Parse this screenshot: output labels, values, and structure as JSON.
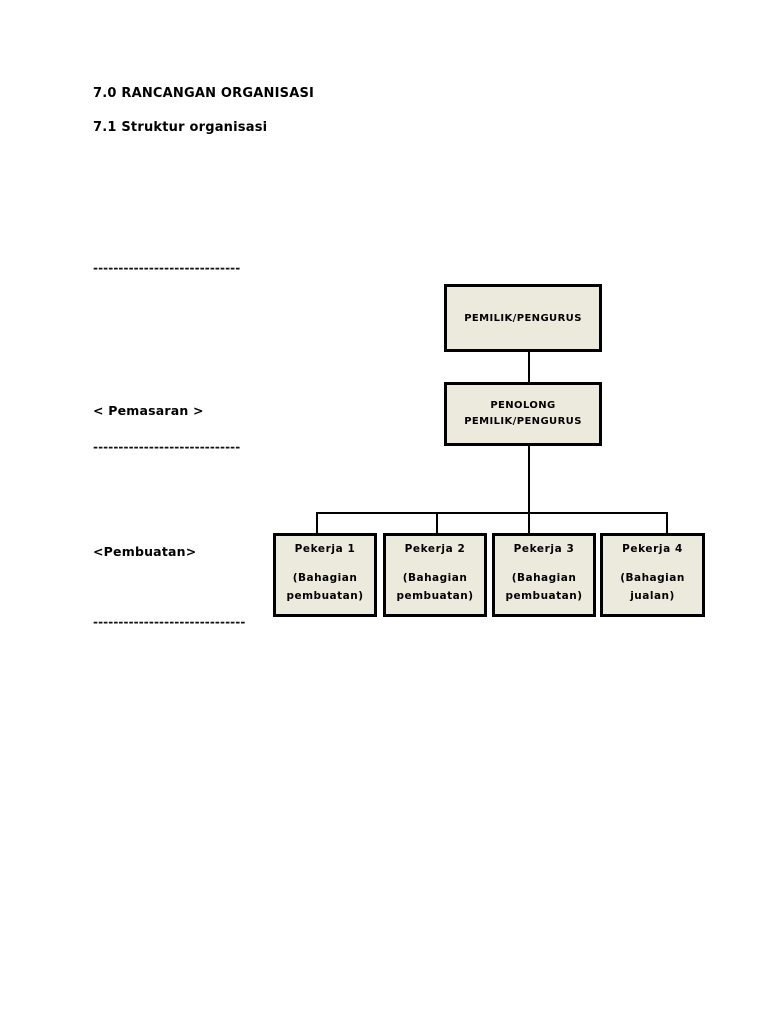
{
  "page": {
    "heading1": "7.0 RANCANGAN ORGANISASI",
    "heading2": "7.1 Struktur organisasi"
  },
  "side_labels": {
    "pemasaran": "< Pemasaran >",
    "pembuatan": "<Pembuatan>"
  },
  "dashed_lines": {
    "line1": "-----------------------------",
    "line2": "-----------------------------",
    "line3": "------------------------------"
  },
  "org_chart": {
    "root": {
      "title": "PEMILIK/PENGURUS"
    },
    "deputy": {
      "line1": "PENOLONG",
      "line2": "PEMILIK/PENGURUS"
    },
    "workers": [
      {
        "name": "Pekerja 1",
        "dept_line1": "(Bahagian",
        "dept_line2": "pembuatan)"
      },
      {
        "name": "Pekerja 2",
        "dept_line1": "(Bahagian",
        "dept_line2": "pembuatan)"
      },
      {
        "name": "Pekerja 3",
        "dept_line1": "(Bahagian",
        "dept_line2": "pembuatan)"
      },
      {
        "name": "Pekerja 4",
        "dept_line1": "(Bahagian",
        "dept_line2": "jualan)"
      }
    ],
    "colors": {
      "box_fill": "#ECE9DD",
      "box_border": "#000000",
      "line_color": "#000000"
    }
  }
}
